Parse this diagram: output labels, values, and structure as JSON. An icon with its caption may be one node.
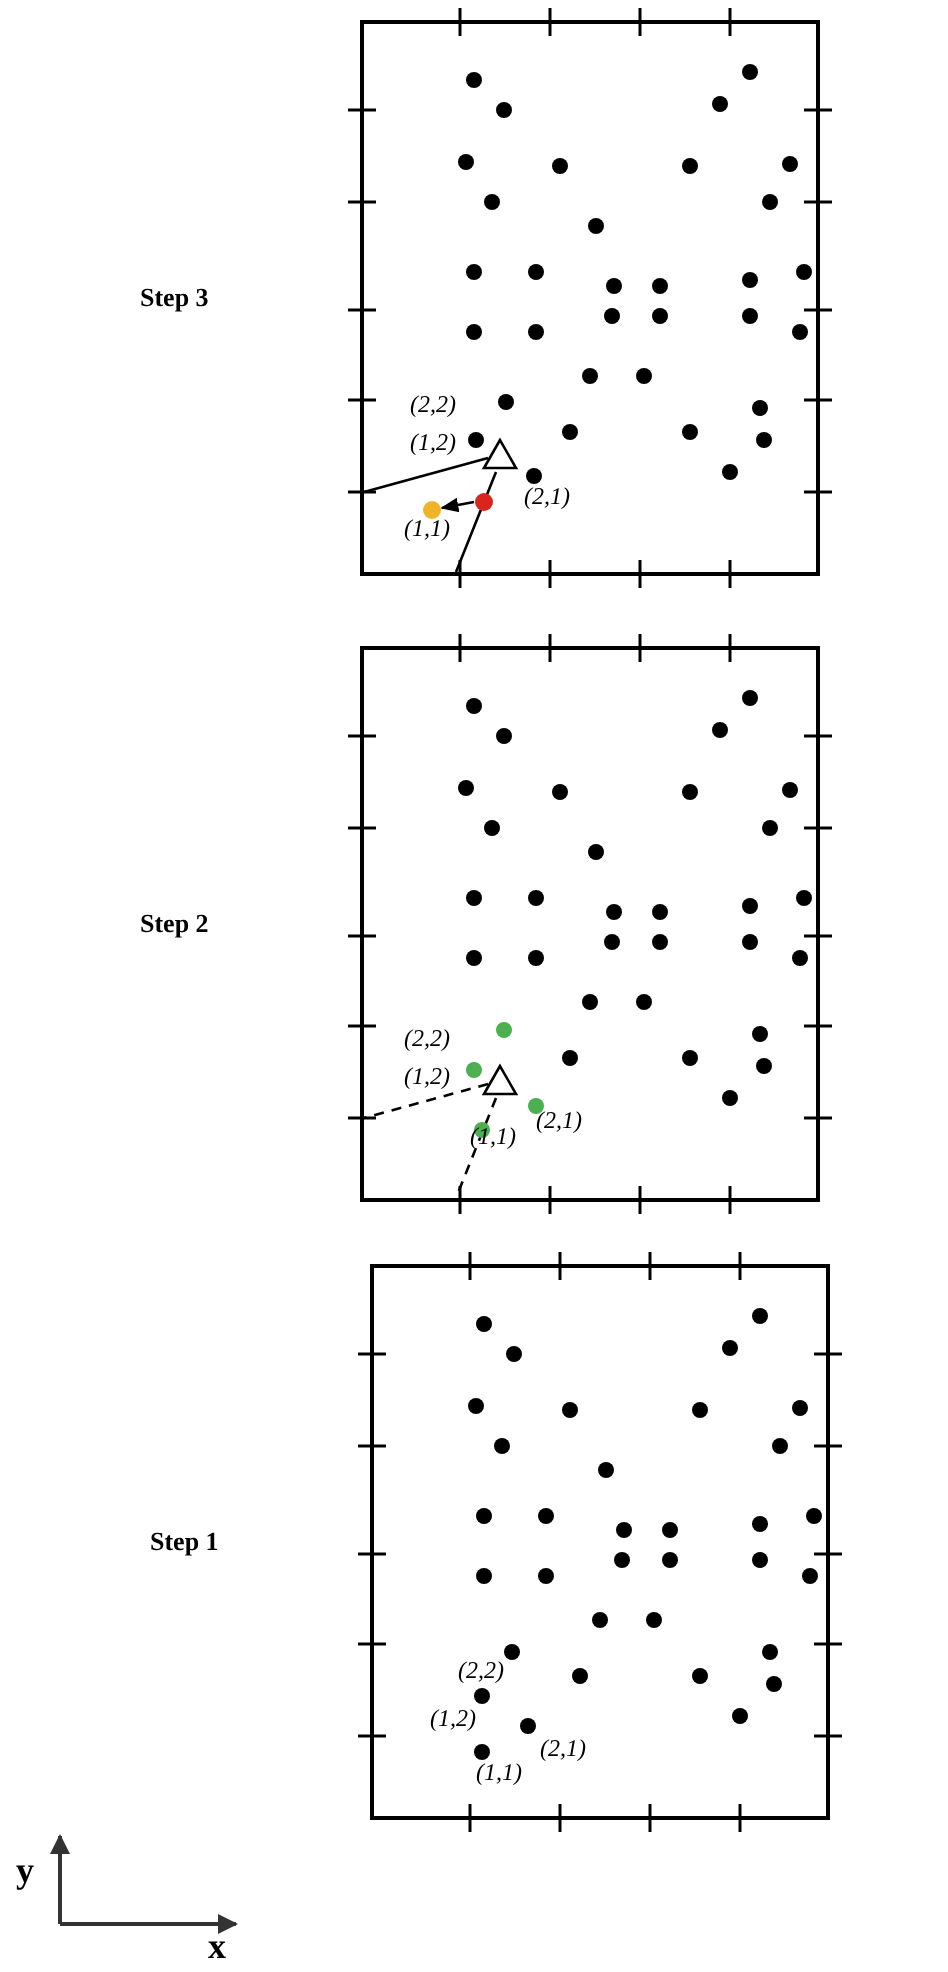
{
  "diagram": {
    "labels": [
      "Step 3",
      "(2,2)",
      "(1,2)",
      "(2,1)",
      "(1,1)",
      "Step 2",
      "(2,2)",
      "(1,2)",
      "(2,1)",
      "(1,1)",
      "Step 1",
      "(2,2)",
      "(1,2)",
      "(2,1)",
      "(1,1)",
      "y",
      "x"
    ]
  }
}
